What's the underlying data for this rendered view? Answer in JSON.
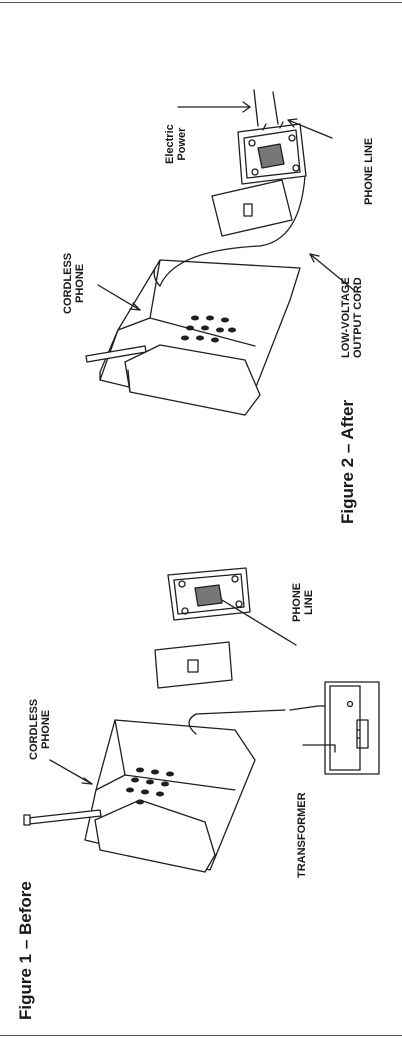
{
  "figure_1": {
    "title": "Figure 1 – Before",
    "labels": {
      "cordless_phone": [
        "CORDLESS",
        "PHONE"
      ],
      "phone_line": [
        "PHONE",
        "LINE"
      ],
      "transformer": "TRANSFORMER"
    }
  },
  "figure_2": {
    "title": "Figure 2 – After",
    "labels": {
      "cordless_phone": [
        "CORDLESS",
        "PHONE"
      ],
      "electric_power": [
        "Electric",
        "Power"
      ],
      "phone_line": "PHONE LINE",
      "low_voltage_cord": [
        "LOW-VOLTAGE",
        "OUTPUT CORD"
      ]
    }
  }
}
